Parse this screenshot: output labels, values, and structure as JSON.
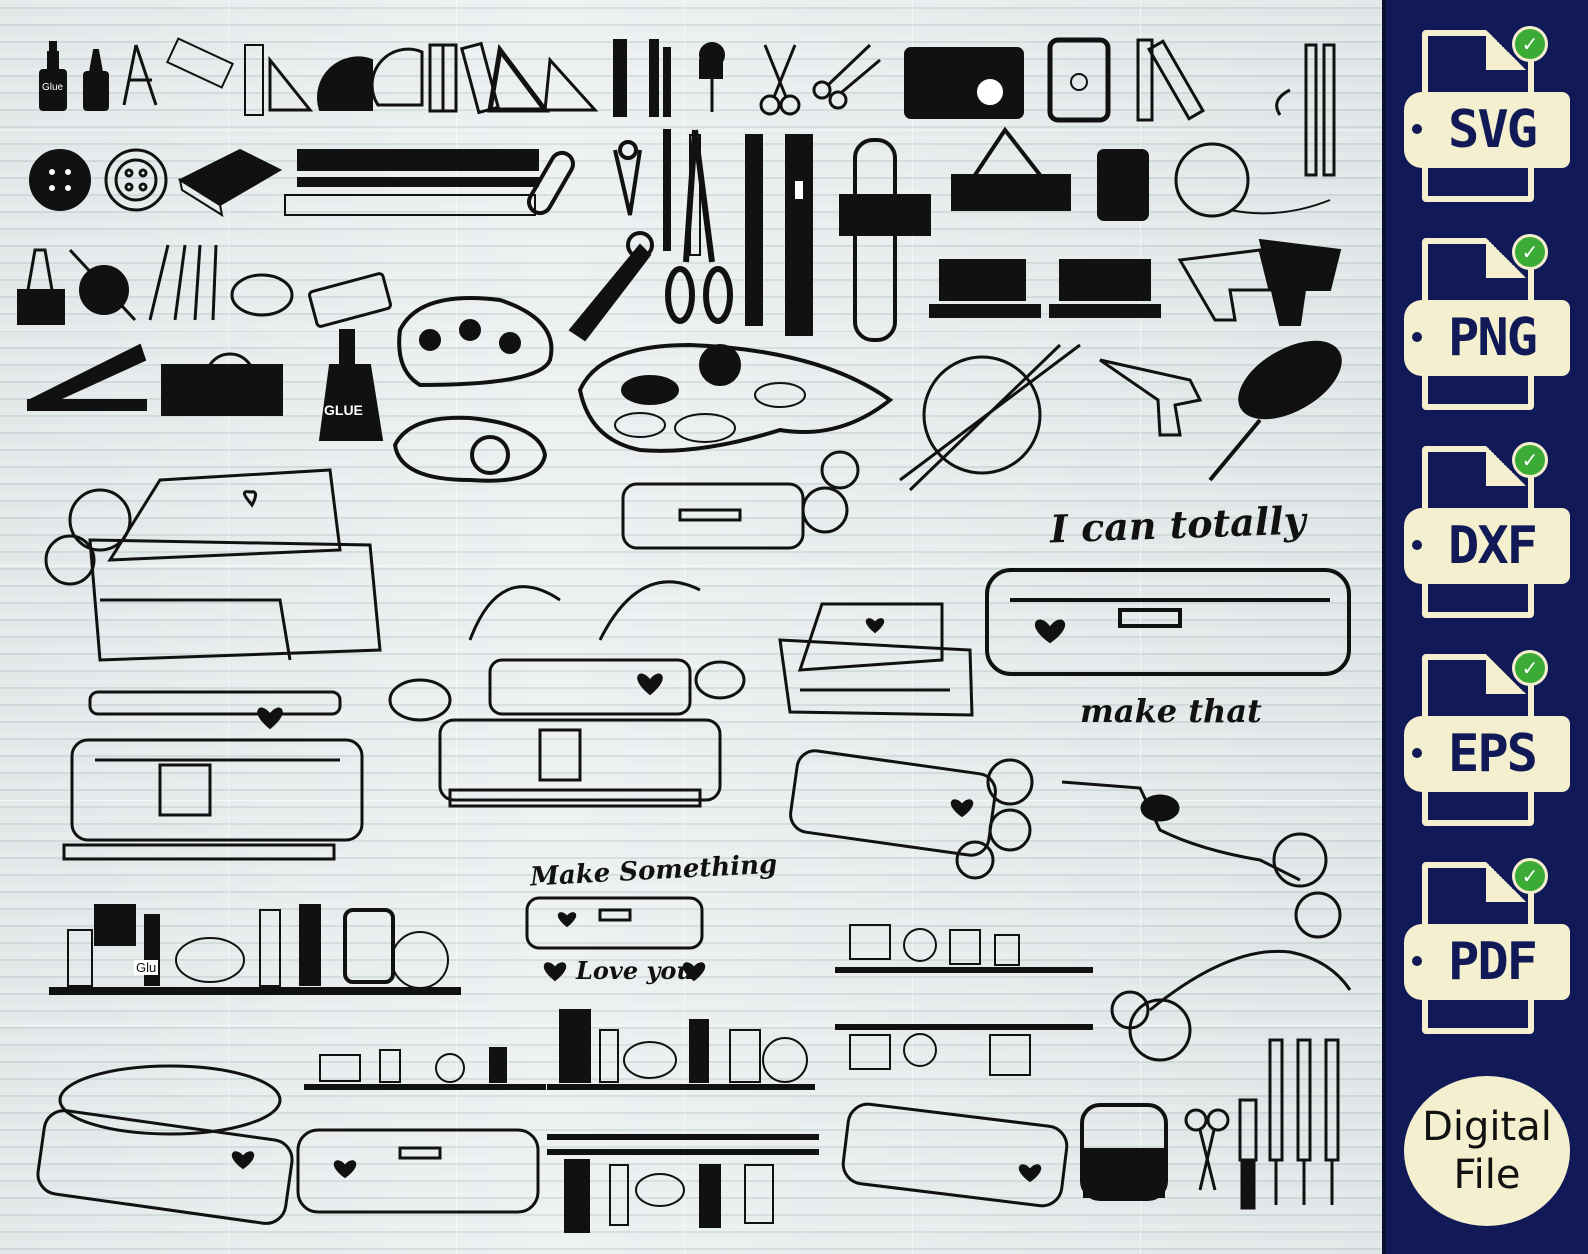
{
  "canvas": {
    "quote_top": "I can totally",
    "quote_bottom": "make that",
    "make_something": "Make Something",
    "love_you": "Love you",
    "glue_label_small": "Glue",
    "glue_label_bottle": "GLUE",
    "glue_label_box": "Glu"
  },
  "sidebar": {
    "formats": [
      {
        "label": "SVG",
        "check": "✓"
      },
      {
        "label": "PNG",
        "check": "✓"
      },
      {
        "label": "DXF",
        "check": "✓"
      },
      {
        "label": "EPS",
        "check": "✓"
      },
      {
        "label": "PDF",
        "check": "✓"
      }
    ],
    "digital_line1": "Digital",
    "digital_line2": "File"
  },
  "colors": {
    "ink": "#111111",
    "sidebar_bg": "#111a56",
    "tag_bg": "#f3efcf",
    "check_green": "#3cab35",
    "wood_bg": "#dfe5e7"
  }
}
